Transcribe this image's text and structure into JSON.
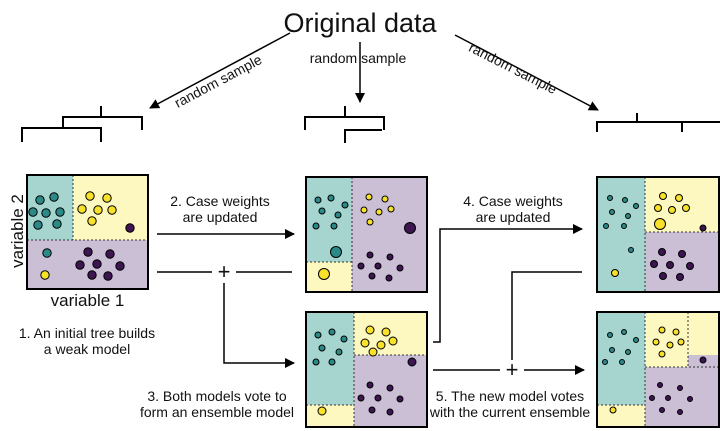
{
  "title": "Original data",
  "sample_labels": {
    "left": "random sample",
    "center": "random sample",
    "right": "random sample"
  },
  "axes": {
    "y": "variable 2",
    "x": "variable 1"
  },
  "steps": {
    "step1": {
      "line1": "1. An initial tree builds",
      "line2": "a weak model"
    },
    "step2": {
      "line1": "2. Case weights",
      "line2": "are updated"
    },
    "step3": {
      "line1": "3. Both models vote to",
      "line2": "form an ensemble model"
    },
    "step4": {
      "line1": "4. Case weights",
      "line2": "are updated"
    },
    "step5": {
      "line1": "5. The new model votes",
      "line2": "with the current ensemble"
    }
  },
  "combine_symbol": "+",
  "colors": {
    "teal_region": "#a6d5cf",
    "yellow_region": "#fdf8c0",
    "purple_region": "#cbbfd6",
    "teal_point": "#2b8a87",
    "yellow_point": "#f7e12a",
    "purple_point": "#3c1551",
    "line": "#000000"
  }
}
